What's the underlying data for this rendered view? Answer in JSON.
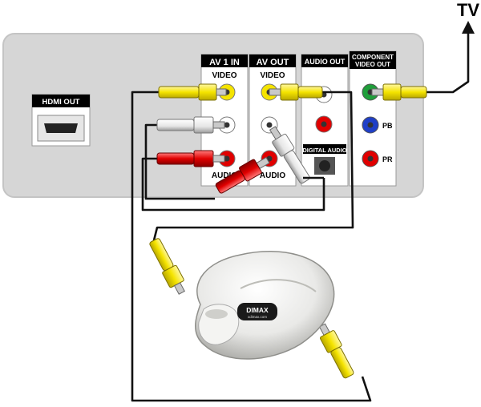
{
  "tv_label": "TV",
  "hdmi_out_label": "HDMI OUT",
  "av1_in": {
    "header": "AV 1 IN",
    "video": "VIDEO",
    "audio": "AUDIO"
  },
  "av_out": {
    "header": "AV OUT",
    "video": "VIDEO",
    "audio": "AUDIO"
  },
  "audio_out": {
    "header": "AUDIO OUT",
    "digital": "DIGITAL AUDIO"
  },
  "component": {
    "header_line1": "COMPONENT",
    "header_line2": "VIDEO OUT",
    "pb": "PB",
    "pr": "PR"
  },
  "device": {
    "brand": "DIMAX",
    "url": "xdimax.com"
  },
  "colors": {
    "panel": "#d6d6d6",
    "panel_edge": "#c4c4c4",
    "header_bg": "#000000",
    "box_bg": "#ffffff",
    "video_yellow": "#f5e400",
    "audio_red": "#e00000",
    "audio_white": "#ffffff",
    "green": "#1f9e3a",
    "blue": "#1f3fc7",
    "cable": "#111111"
  }
}
